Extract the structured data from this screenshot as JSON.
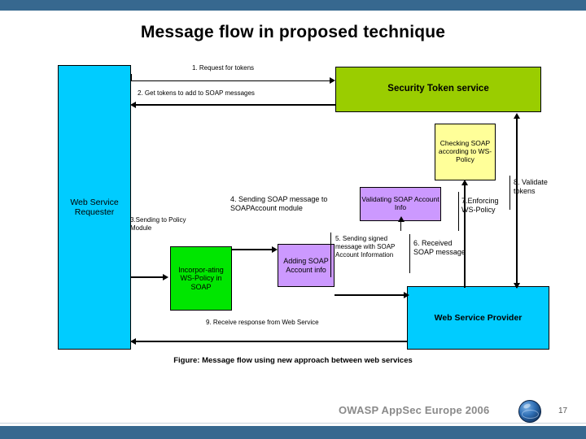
{
  "slide": {
    "title": "Message flow in proposed technique",
    "caption": "Figure: Message flow using new approach between web services"
  },
  "boxes": {
    "requester": "Web Service Requester",
    "security_token_service": "Security Token service",
    "checking_soap": "Checking SOAP according to WS-Policy",
    "validating_soap": "Validating SOAP Account Info",
    "incorporating": "Incorpor-ating WS-Policy in SOAP",
    "adding_soap": "Adding SOAP Account info",
    "provider": "Web Service Provider"
  },
  "flow_labels": {
    "step1": "1. Request for tokens",
    "step2": "2. Get tokens to add to SOAP messages",
    "step3": "3.Sending to Policy Module",
    "step4": "4. Sending SOAP message to SOAPAccount module",
    "step5": "5. Sending signed message with SOAP Account Information",
    "step6": "6. Received SOAP message",
    "step7": "7.Enforcing WS-Policy",
    "step8": "8. Validate tokens",
    "step9": "9. Receive response from Web Service"
  },
  "footer": {
    "text": "OWASP AppSec Europe 2006",
    "page_number": "17",
    "logo": "owasp-globe-icon"
  },
  "colors": {
    "band": "#37688f",
    "cyan": "#00ccff",
    "olive_green": "#9acd00",
    "bright_green": "#00e600",
    "yellow": "#ffff99",
    "purple": "#cc99ff"
  }
}
